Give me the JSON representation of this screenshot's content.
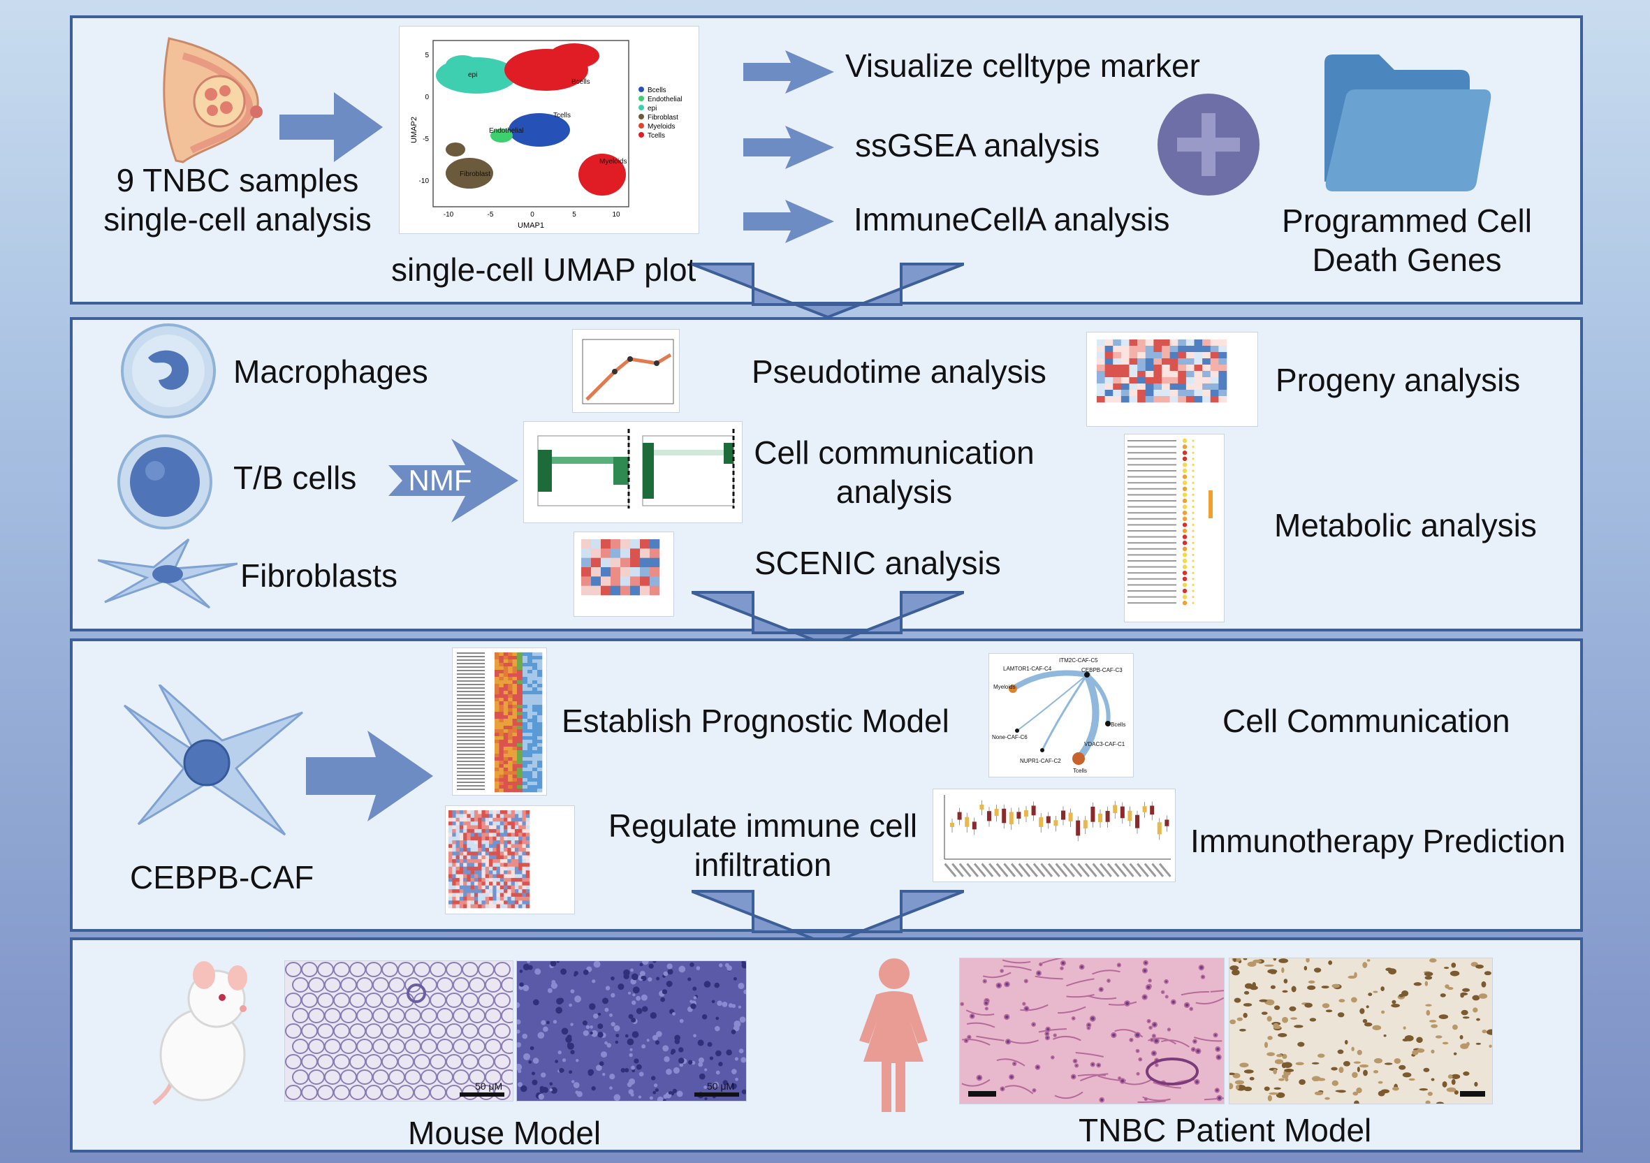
{
  "colors": {
    "panel_border": "#3c5e99",
    "panel_fill": "#e8f0fa",
    "arrow_blue": "#6d8cc4",
    "folder_blue": "#6aa3d1",
    "plus_purple": "#6f6fa8",
    "heatmap_red": "#d9534f",
    "heatmap_blue": "#4f7fc0"
  },
  "panel1": {
    "samples_label": "9 TNBC samples\nsingle-cell analysis",
    "umap_caption": "single-cell UMAP plot",
    "steps": [
      "Visualize celltype marker",
      "ssGSEA analysis",
      "ImmuneCellA analysis"
    ],
    "pcd_label": "Programmed Cell\nDeath Genes",
    "umap_plot": {
      "xlabel": "UMAP1",
      "ylabel": "UMAP2",
      "xticks": [
        "-10",
        "-5",
        "0",
        "5",
        "10"
      ],
      "yticks": [
        "5",
        "0",
        "-5",
        "-10"
      ],
      "cluster_labels": [
        "epi",
        "Endothelial",
        "Bcells",
        "Tcells",
        "Myeloids",
        "Fibroblast"
      ],
      "legend": [
        "Bcells",
        "Endothelial",
        "epi",
        "Fibroblast",
        "Myeloids",
        "Tcells"
      ]
    }
  },
  "panel2": {
    "cells": [
      "Macrophages",
      "T/B cells",
      "Fibroblasts"
    ],
    "nmf_label": "NMF",
    "analyses_mid": [
      "Pseudotime analysis",
      "Cell communication\nanalysis",
      "SCENIC analysis"
    ],
    "analyses_right": [
      "Progeny analysis",
      "Metabolic analysis"
    ]
  },
  "panel3": {
    "cell_label": "CEBPB-CAF",
    "items": [
      "Establish Prognostic Model",
      "Cell Communication",
      "Regulate immune cell\ninfiltration",
      "Immunotherapy Prediction"
    ],
    "network_nodes": [
      "ITM2C-CAF-C5",
      "LAMTOR1-CAF-C4",
      "CEBPB-CAF-C3",
      "Myeloids",
      "Bcells",
      "None-CAF-C6",
      "VDAC3-CAF-C1",
      "NUPR1-CAF-C2",
      "Tcells"
    ]
  },
  "panel4": {
    "mouse_label": "Mouse Model",
    "patient_label": "TNBC Patient Model",
    "scale_bar": "50 μM"
  }
}
